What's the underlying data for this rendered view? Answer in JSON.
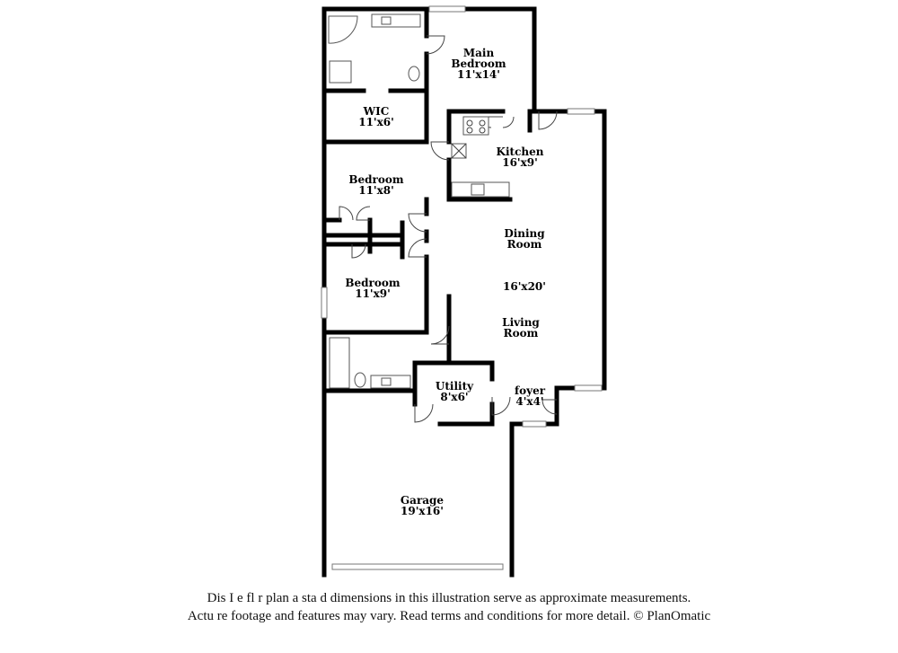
{
  "rooms": {
    "main_bedroom": {
      "name_1": "Main",
      "name_2": "Bedroom",
      "size": "11'x14'"
    },
    "wic": {
      "name": "WIC",
      "size": "11'x6'"
    },
    "kitchen": {
      "name": "Kitchen",
      "size": "16'x9'"
    },
    "bedroom_2": {
      "name": "Bedroom",
      "size": "11'x8'"
    },
    "dining": {
      "name_1": "Dining",
      "name_2": "Room"
    },
    "living_size": "16'x20'",
    "living": {
      "name_1": "Living",
      "name_2": "Room"
    },
    "bedroom_3": {
      "name": "Bedroom",
      "size": "11'x9'"
    },
    "utility": {
      "name": "Utility",
      "size": "8'x6'"
    },
    "foyer": {
      "name": "foyer",
      "size": "4'x4'"
    },
    "garage": {
      "name": "Garage",
      "size": "19'x16'"
    }
  },
  "disclaimer": {
    "line1": "Dis        I e fl r plan a   sta d dimensions in this illustration serve as approximate measurements.",
    "line2": "Actu    re footage and features may vary. Read terms and conditions for more detail. © PlanOmatic"
  }
}
